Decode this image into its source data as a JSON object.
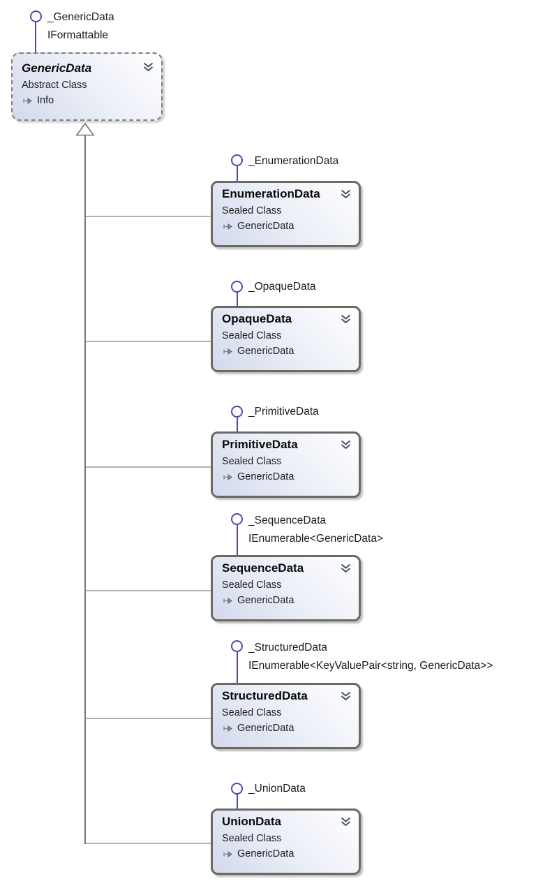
{
  "diagram_type": "class-diagram",
  "colors": {
    "background": "#ffffff",
    "box_border": "#6a6a63",
    "abstract_box_border": "#7f7f7f",
    "box_fill_gradient_start": "#d3d9ec",
    "box_fill_gradient_end": "#ffffff",
    "lollipop": "#4d4da8",
    "trunk_line": "#76766e",
    "branch_line": "#b4b4ae",
    "text": "#1b1b1b",
    "chevron": "#4a4f63"
  },
  "root": {
    "name": "GenericData",
    "kind": "Abstract Class",
    "member": "Info",
    "interfaces": [
      "_GenericData",
      "IFormattable"
    ]
  },
  "classes": [
    {
      "name": "EnumerationData",
      "kind": "Sealed Class",
      "base": "GenericData",
      "interfaces": [
        "_EnumerationData"
      ]
    },
    {
      "name": "OpaqueData",
      "kind": "Sealed Class",
      "base": "GenericData",
      "interfaces": [
        "_OpaqueData"
      ]
    },
    {
      "name": "PrimitiveData",
      "kind": "Sealed Class",
      "base": "GenericData",
      "interfaces": [
        "_PrimitiveData"
      ]
    },
    {
      "name": "SequenceData",
      "kind": "Sealed Class",
      "base": "GenericData",
      "interfaces": [
        "_SequenceData",
        "IEnumerable<GenericData>"
      ]
    },
    {
      "name": "StructuredData",
      "kind": "Sealed Class",
      "base": "GenericData",
      "interfaces": [
        "_StructuredData",
        "IEnumerable<KeyValuePair<string, GenericData>>"
      ]
    },
    {
      "name": "UnionData",
      "kind": "Sealed Class",
      "base": "GenericData",
      "interfaces": [
        "_UnionData"
      ]
    }
  ]
}
